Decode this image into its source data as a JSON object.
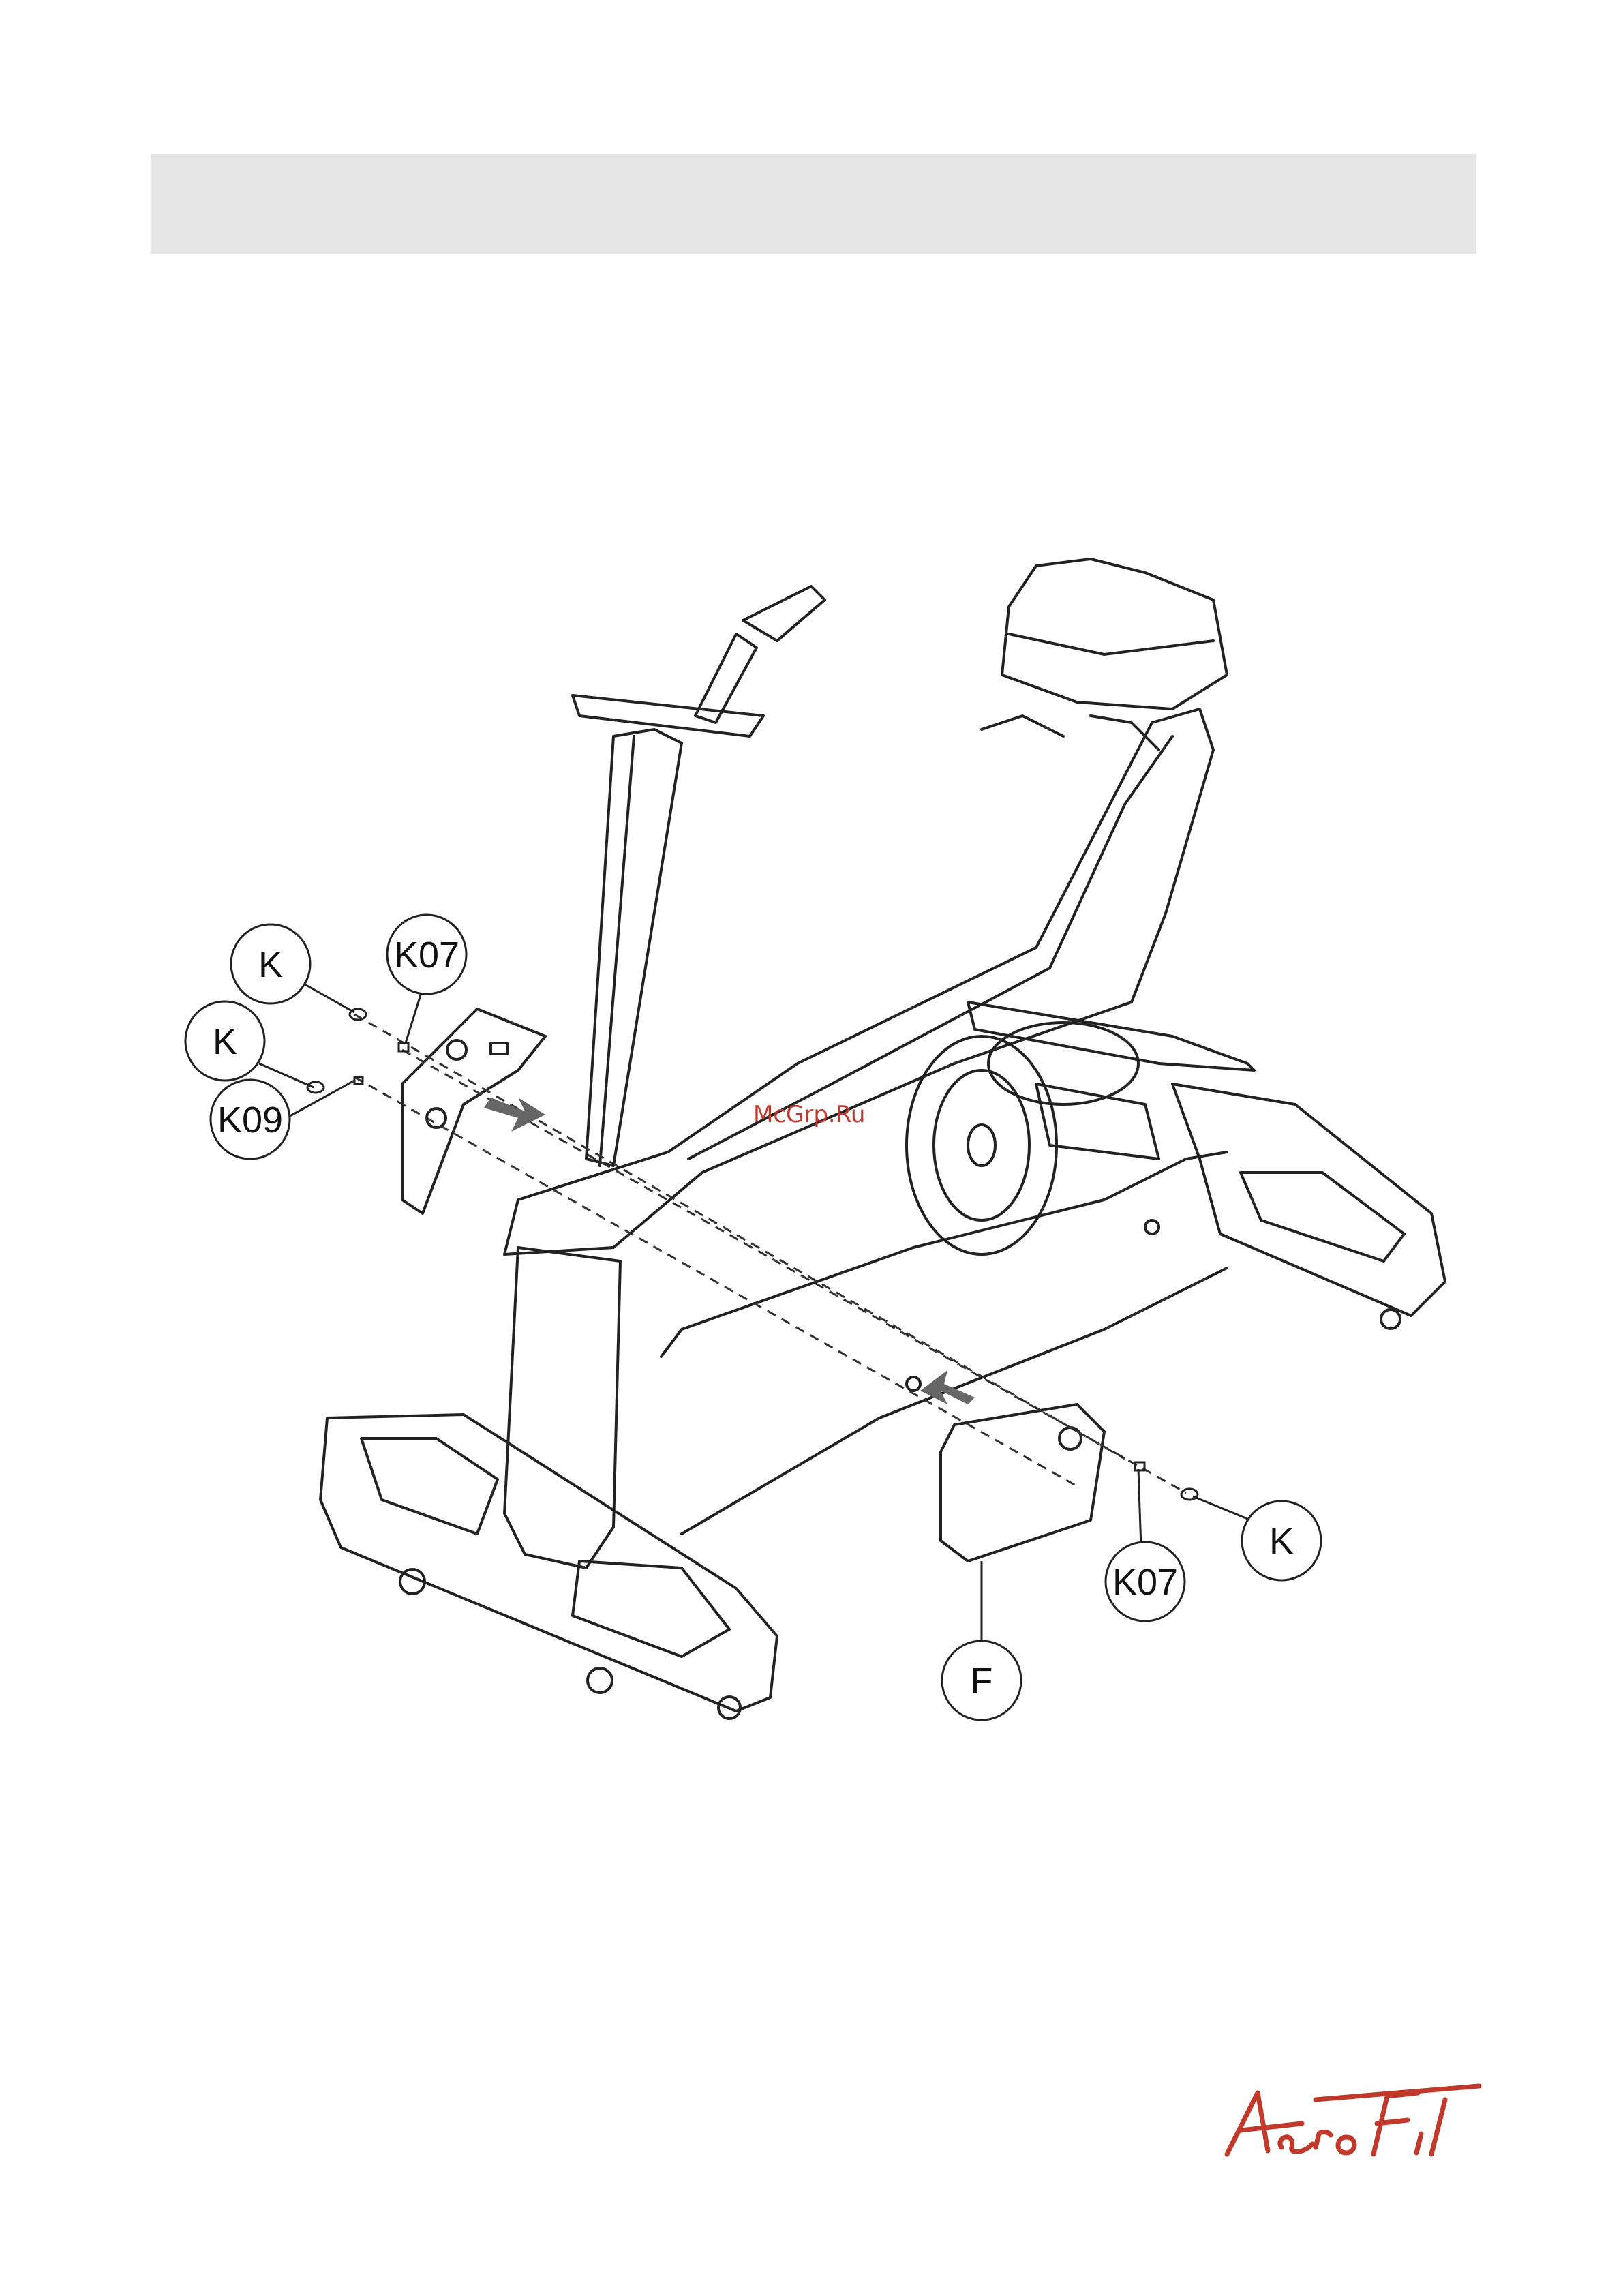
{
  "header": {
    "title": ""
  },
  "figure": {
    "callouts": {
      "k_top": "K",
      "k07_top": "K07",
      "k_mid": "K",
      "k09": "K09",
      "k_right": "K",
      "k07_right": "K07",
      "f": "F"
    },
    "watermark": "McGrp.Ru"
  },
  "brand": {
    "logo_text": "AeroFit",
    "color": "#c0392b"
  }
}
